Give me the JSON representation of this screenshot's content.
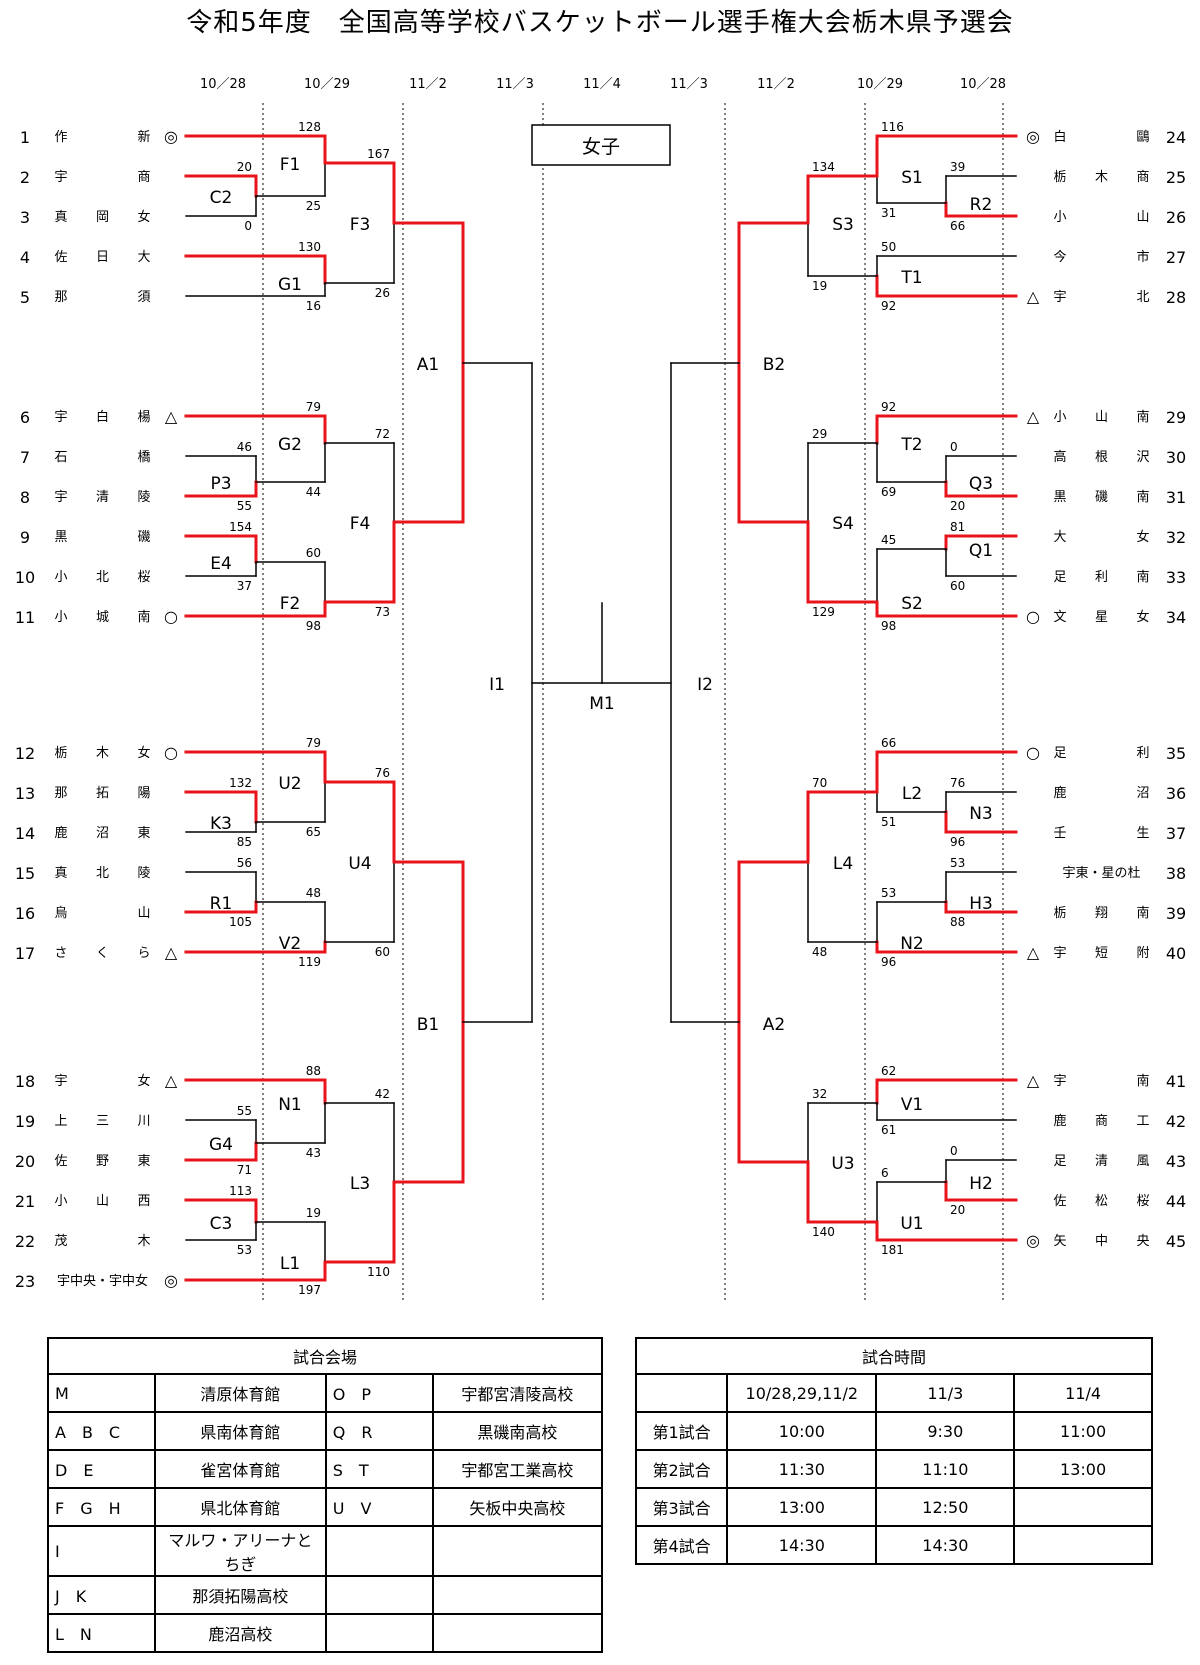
{
  "title": "令和5年度　全国高等学校バスケットボール選手権大会栃木県予選会",
  "division_label": "女子",
  "date_headers": [
    "10／28",
    "10／29",
    "11／2",
    "11／3",
    "11／4",
    "11／3",
    "11／2",
    "10／29",
    "10／28"
  ],
  "teams_left": [
    {
      "no": "1",
      "name": "作　　新",
      "mark": "◎"
    },
    {
      "no": "2",
      "name": "宇　　商",
      "mark": ""
    },
    {
      "no": "3",
      "name": "真岡女",
      "mark": ""
    },
    {
      "no": "4",
      "name": "佐日大",
      "mark": ""
    },
    {
      "no": "5",
      "name": "那　　須",
      "mark": ""
    },
    {
      "no": "6",
      "name": "宇白楊",
      "mark": "△"
    },
    {
      "no": "7",
      "name": "石　　橋",
      "mark": ""
    },
    {
      "no": "8",
      "name": "宇清陵",
      "mark": ""
    },
    {
      "no": "9",
      "name": "黒　　磯",
      "mark": ""
    },
    {
      "no": "10",
      "name": "小北桜",
      "mark": ""
    },
    {
      "no": "11",
      "name": "小城南",
      "mark": "○"
    },
    {
      "no": "12",
      "name": "栃木女",
      "mark": "○"
    },
    {
      "no": "13",
      "name": "那拓陽",
      "mark": ""
    },
    {
      "no": "14",
      "name": "鹿沼東",
      "mark": ""
    },
    {
      "no": "15",
      "name": "真北陵",
      "mark": ""
    },
    {
      "no": "16",
      "name": "烏　　山",
      "mark": ""
    },
    {
      "no": "17",
      "name": "さくら",
      "mark": "△"
    },
    {
      "no": "18",
      "name": "宇　　女",
      "mark": "△"
    },
    {
      "no": "19",
      "name": "上三川",
      "mark": ""
    },
    {
      "no": "20",
      "name": "佐野東",
      "mark": ""
    },
    {
      "no": "21",
      "name": "小山西",
      "mark": ""
    },
    {
      "no": "22",
      "name": "茂　　木",
      "mark": ""
    },
    {
      "no": "23",
      "name": "宇中央・宇中女",
      "mark": "◎"
    }
  ],
  "teams_right": [
    {
      "no": "24",
      "name": "白　　鷗",
      "mark": "◎"
    },
    {
      "no": "25",
      "name": "栃木商",
      "mark": ""
    },
    {
      "no": "26",
      "name": "小　　山",
      "mark": ""
    },
    {
      "no": "27",
      "name": "今　　市",
      "mark": ""
    },
    {
      "no": "28",
      "name": "宇　　北",
      "mark": "△"
    },
    {
      "no": "29",
      "name": "小山南",
      "mark": "△"
    },
    {
      "no": "30",
      "name": "高根沢",
      "mark": ""
    },
    {
      "no": "31",
      "name": "黒磯南",
      "mark": ""
    },
    {
      "no": "32",
      "name": "大　　女",
      "mark": ""
    },
    {
      "no": "33",
      "name": "足利南",
      "mark": ""
    },
    {
      "no": "34",
      "name": "文星女",
      "mark": "○"
    },
    {
      "no": "35",
      "name": "足　　利",
      "mark": "○"
    },
    {
      "no": "36",
      "name": "鹿　　沼",
      "mark": ""
    },
    {
      "no": "37",
      "name": "壬　　生",
      "mark": ""
    },
    {
      "no": "38",
      "name": "宇東・星の杜",
      "mark": ""
    },
    {
      "no": "39",
      "name": "栃翔南",
      "mark": ""
    },
    {
      "no": "40",
      "name": "宇短附",
      "mark": "△"
    },
    {
      "no": "41",
      "name": "宇　　南",
      "mark": "△"
    },
    {
      "no": "42",
      "name": "鹿商工",
      "mark": ""
    },
    {
      "no": "43",
      "name": "足清風",
      "mark": ""
    },
    {
      "no": "44",
      "name": "佐松桜",
      "mark": ""
    },
    {
      "no": "45",
      "name": "矢中央",
      "mark": "◎"
    }
  ],
  "games": [
    {
      "id": "C2",
      "s1": "20",
      "s2": "0"
    },
    {
      "id": "F1",
      "s1": "128",
      "s2": "25"
    },
    {
      "id": "G1",
      "s1": "130",
      "s2": "16"
    },
    {
      "id": "F3",
      "s1": "167",
      "s2": "26"
    },
    {
      "id": "P3",
      "s1": "46",
      "s2": "55"
    },
    {
      "id": "E4",
      "s1": "154",
      "s2": "37"
    },
    {
      "id": "G2",
      "s1": "79",
      "s2": "44"
    },
    {
      "id": "F2",
      "s1": "60",
      "s2": "98"
    },
    {
      "id": "F4",
      "s1": "72",
      "s2": "73"
    },
    {
      "id": "K3",
      "s1": "132",
      "s2": "85"
    },
    {
      "id": "R1",
      "s1": "56",
      "s2": "105"
    },
    {
      "id": "U2",
      "s1": "79",
      "s2": "65"
    },
    {
      "id": "V2",
      "s1": "48",
      "s2": "119"
    },
    {
      "id": "U4",
      "s1": "76",
      "s2": "60"
    },
    {
      "id": "G4",
      "s1": "55",
      "s2": "71"
    },
    {
      "id": "C3",
      "s1": "113",
      "s2": "53"
    },
    {
      "id": "N1",
      "s1": "88",
      "s2": "43"
    },
    {
      "id": "L1",
      "s1": "19",
      "s2": "197"
    },
    {
      "id": "L3",
      "s1": "42",
      "s2": "110"
    },
    {
      "id": "R2",
      "s1": "39",
      "s2": "66"
    },
    {
      "id": "S1",
      "s1": "116",
      "s2": "31"
    },
    {
      "id": "T1",
      "s1": "50",
      "s2": "92"
    },
    {
      "id": "S3",
      "s1": "134",
      "s2": "19"
    },
    {
      "id": "Q3",
      "s1": "0",
      "s2": "20"
    },
    {
      "id": "Q1",
      "s1": "81",
      "s2": "60"
    },
    {
      "id": "T2",
      "s1": "92",
      "s2": "69"
    },
    {
      "id": "S2",
      "s1": "45",
      "s2": "98"
    },
    {
      "id": "S4",
      "s1": "29",
      "s2": "129"
    },
    {
      "id": "N3",
      "s1": "76",
      "s2": "96"
    },
    {
      "id": "H3",
      "s1": "53",
      "s2": "88"
    },
    {
      "id": "L2",
      "s1": "66",
      "s2": "51"
    },
    {
      "id": "N2",
      "s1": "53",
      "s2": "96"
    },
    {
      "id": "L4",
      "s1": "70",
      "s2": "48"
    },
    {
      "id": "H2",
      "s1": "0",
      "s2": "20"
    },
    {
      "id": "V1",
      "s1": "62",
      "s2": "61"
    },
    {
      "id": "U1",
      "s1": "6",
      "s2": "181"
    },
    {
      "id": "U3",
      "s1": "32",
      "s2": "140"
    },
    {
      "id": "A1",
      "s1": "",
      "s2": ""
    },
    {
      "id": "B1",
      "s1": "",
      "s2": ""
    },
    {
      "id": "B2",
      "s1": "",
      "s2": ""
    },
    {
      "id": "A2",
      "s1": "",
      "s2": ""
    },
    {
      "id": "I1",
      "s1": "",
      "s2": ""
    },
    {
      "id": "I2",
      "s1": "",
      "s2": ""
    },
    {
      "id": "M1",
      "s1": "",
      "s2": ""
    }
  ],
  "colors": {
    "winner_line": "#e8141b",
    "line": "#000000"
  },
  "venues": {
    "title": "試合会場",
    "rows": [
      [
        "M",
        "清原体育館",
        "O　P",
        "宇都宮清陵高校"
      ],
      [
        "A　B　C",
        "県南体育館",
        "Q　R",
        "黒磯南高校"
      ],
      [
        "D　E",
        "雀宮体育館",
        "S　T",
        "宇都宮工業高校"
      ],
      [
        "F　G　H",
        "県北体育館",
        "U　V",
        "矢板中央高校"
      ],
      [
        "I",
        "マルワ・アリーナとちぎ",
        "",
        ""
      ],
      [
        "J　K",
        "那須拓陽高校",
        "",
        ""
      ],
      [
        "L　N",
        "鹿沼高校",
        "",
        ""
      ]
    ]
  },
  "times": {
    "title": "試合時間",
    "header": [
      "",
      "10/28,29,11/2",
      "11/3",
      "11/4"
    ],
    "rows": [
      [
        "第1試合",
        "10:00",
        "9:30",
        "11:00"
      ],
      [
        "第2試合",
        "11:30",
        "11:10",
        "13:00"
      ],
      [
        "第3試合",
        "13:00",
        "12:50",
        ""
      ],
      [
        "第4試合",
        "14:30",
        "14:30",
        ""
      ]
    ]
  }
}
